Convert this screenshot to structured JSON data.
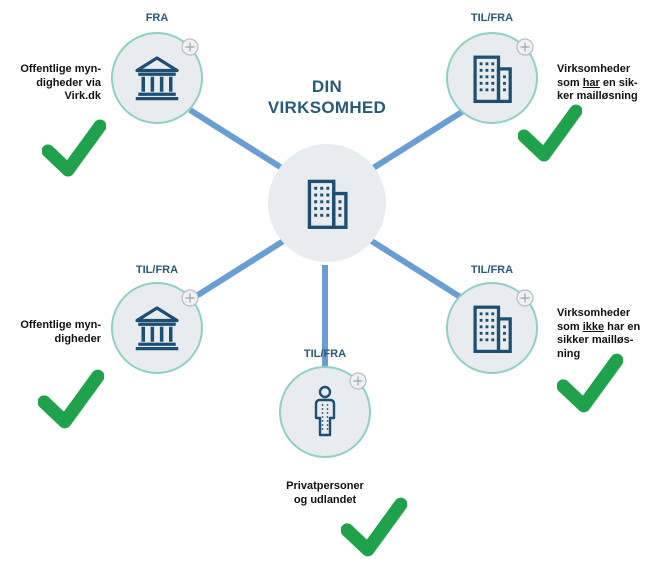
{
  "center": {
    "title_line1": "DIN",
    "title_line2": "VIRKSOMHED",
    "icon": "office-building-icon"
  },
  "nodes": [
    {
      "id": "public-top",
      "direction": "FRA",
      "icon": "government-building-icon",
      "label_lines": [
        "Offentlige myn-",
        "digheder via",
        "Virk.dk"
      ]
    },
    {
      "id": "secure-companies",
      "direction": "TIL/FRA",
      "icon": "office-building-icon",
      "label_lines": [
        "Virksomheder",
        "som har en sik-",
        "ker mailløsning"
      ]
    },
    {
      "id": "public-bottom",
      "direction": "TIL/FRA",
      "icon": "government-building-icon",
      "label_lines": [
        "Offentlige myn-",
        "digheder"
      ]
    },
    {
      "id": "private",
      "direction": "TIL/FRA",
      "icon": "person-icon",
      "label_lines": [
        "Privatpersoner",
        "og udlandet"
      ]
    },
    {
      "id": "insecure-companies",
      "direction": "TIL/FRA",
      "icon": "office-building-icon",
      "label_lines": [
        "Virksomheder",
        "som ikke har en",
        "sikker mailløs-",
        "ning"
      ]
    }
  ],
  "icons": {
    "plus": "plus-icon",
    "check": "checkmark-icon"
  },
  "colors": {
    "connector": "#6a9ed3",
    "circle_fill": "#e9ecee",
    "circle_border": "#8fcfc4",
    "icon_stroke": "#1e4f72",
    "title": "#2a5a78",
    "check": "#1fa24b"
  }
}
